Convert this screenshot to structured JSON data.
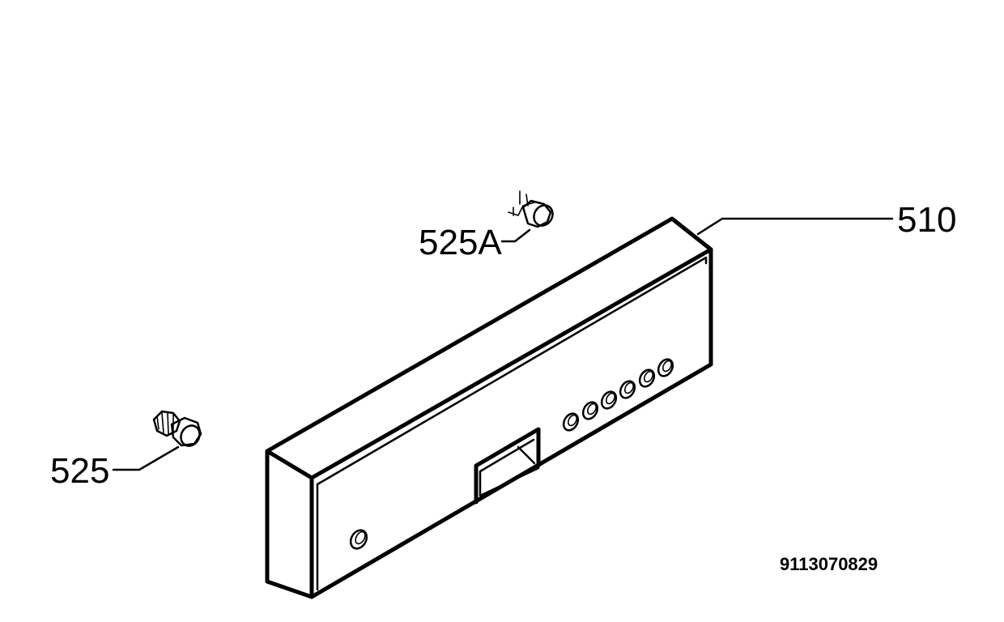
{
  "labels": {
    "part_510": "510",
    "part_525a": "525A",
    "part_525": "525"
  },
  "document_number": "9113070829",
  "colors": {
    "line": "#000000",
    "background": "#ffffff"
  }
}
